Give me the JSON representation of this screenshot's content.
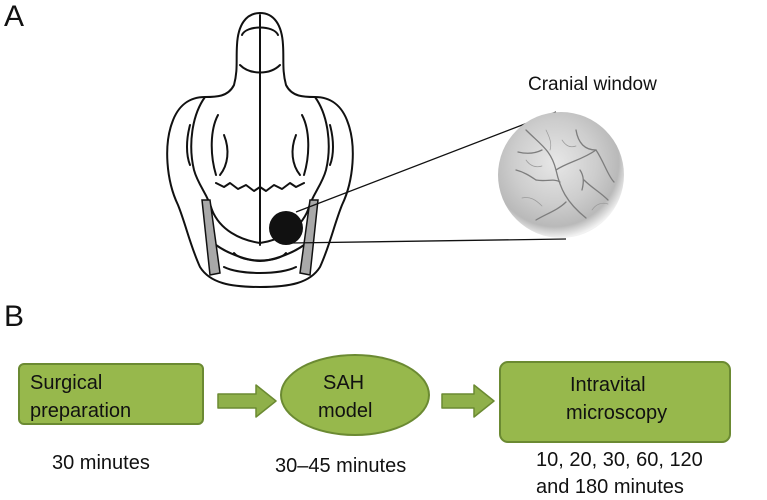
{
  "panels": {
    "a": "A",
    "b": "B"
  },
  "cranial_window": {
    "label": "Cranial window"
  },
  "flow": {
    "steps": [
      {
        "line1": "Surgical",
        "line2": "preparation",
        "time_line1": "30 minutes",
        "time_line2": ""
      },
      {
        "line1": "SAH",
        "line2": "model",
        "time_line1": "30–45 minutes",
        "time_line2": ""
      },
      {
        "line1": "Intravital",
        "line2": "microscopy",
        "time_line1": "10, 20, 30, 60, 120",
        "time_line2": "and 180 minutes"
      }
    ]
  },
  "colors": {
    "box_fill": "#97b84c",
    "box_border": "#6b8a32",
    "arrow": "#8fb04a",
    "window_dot": "#111111"
  },
  "icons": {
    "arrow1": "right-arrow-icon",
    "arrow2": "right-arrow-icon",
    "skull": "rat-skull-drawing",
    "window": "brain-surface-microscopy-image"
  }
}
